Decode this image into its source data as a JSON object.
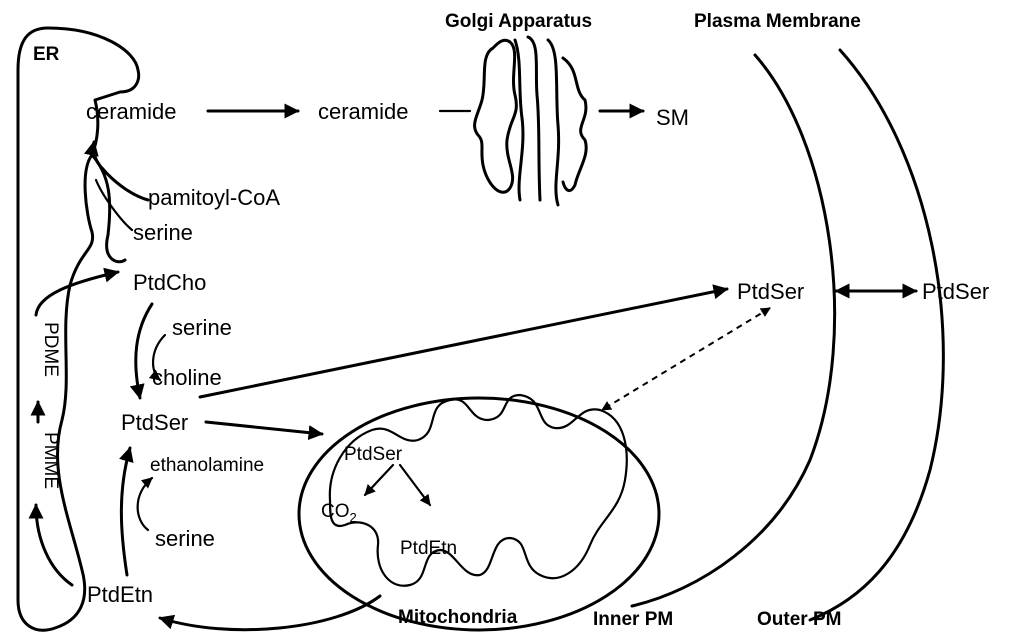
{
  "compartments": {
    "er": "ER",
    "golgi": "Golgi Apparatus",
    "plasma_membrane": "Plasma Membrane",
    "mitochondria": "Mitochondria",
    "inner_pm": "Inner PM",
    "outer_pm": "Outer PM"
  },
  "er_labels": {
    "ceramide": "ceramide",
    "palmitoyl_coa": "pamitoyl-CoA",
    "serine_1": "serine",
    "ptdcho": "PtdCho",
    "serine_2": "serine",
    "choline": "choline",
    "ptdser": "PtdSer",
    "ethanolamine": "ethanolamine",
    "serine_3": "serine",
    "ptdetn": "PtdEtn",
    "pdme": "PDME",
    "pmme": "PMME"
  },
  "golgi_labels": {
    "ceramide": "ceramide",
    "sm": "SM"
  },
  "pm_labels": {
    "ptdser_inner": "PtdSer",
    "ptdser_outer": "PtdSer"
  },
  "mito_labels": {
    "ptdser": "PtdSer",
    "co2_main": "CO",
    "co2_sub": "2",
    "ptdetn": "PtdEtn"
  }
}
